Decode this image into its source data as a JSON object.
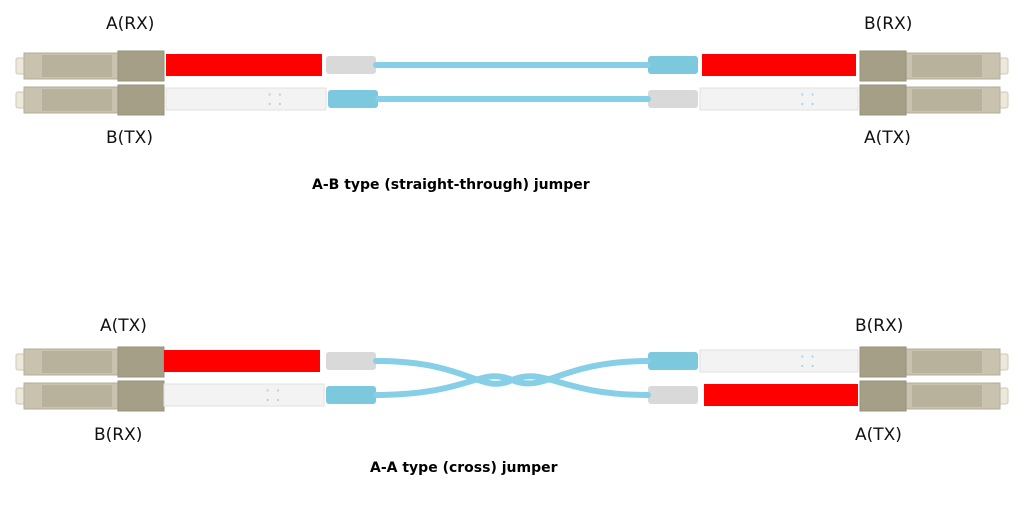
{
  "colors": {
    "cable": "#86cfe6",
    "cable_dark": "#6cc0da",
    "boot_red": "#ff0000",
    "connector_body": "#c8c2ae",
    "connector_dark": "#a59f87",
    "boot_white": "#f3f3f3",
    "ferrule_gray": "#d9d9d9",
    "ferrule_blue": "#7cc9dd"
  },
  "diagrams": [
    {
      "id": "straight",
      "labels": {
        "left_top": "A(RX)",
        "left_bottom": "B(TX)",
        "right_top": "B(RX)",
        "right_bottom": "A(TX)"
      },
      "caption": "A-B type (straight-through) jumper"
    },
    {
      "id": "cross",
      "labels": {
        "left_top": "A(TX)",
        "left_bottom": "B(RX)",
        "right_top": "B(RX)",
        "right_bottom": "A(TX)"
      },
      "caption": "A-A type (cross) jumper"
    }
  ]
}
